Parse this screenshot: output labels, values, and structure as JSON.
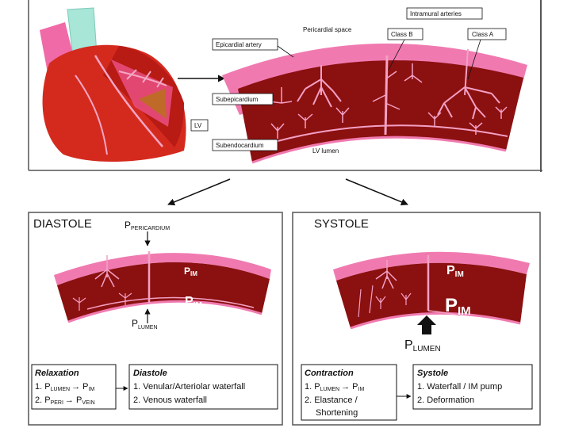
{
  "top": {
    "labels": {
      "intramural_arteries": "Intramural arteries",
      "pericardial_space": "Pericardial space",
      "class_b": "Class B",
      "class_a": "Class A",
      "epicardial_artery": "Epicardial artery",
      "subepicardium": "Subepicardium",
      "lv": "LV",
      "subendocardium": "Subendocardium",
      "lv_lumen": "LV lumen"
    }
  },
  "diastole": {
    "title": "DIASTOLE",
    "p_main": "P",
    "p_pericardium_sub": "PERICARDIUM",
    "p_lumen_sub": "LUMEN",
    "p_im_main": "P",
    "p_im_sub": "IM",
    "box_left": {
      "title": "Relaxation",
      "l1_num": "1. P",
      "l1_sub1": "LUMEN",
      "l1_arrow": "→ P",
      "l1_sub2": "IM",
      "l2_num": "2. P",
      "l2_sub1": "PERI",
      "l2_arrow": "→ P",
      "l2_sub2": "VEIN"
    },
    "box_right": {
      "title": "Diastole",
      "line1": "1. Venular/Arteriolar waterfall",
      "line2": "2. Venous waterfall"
    }
  },
  "systole": {
    "title": "SYSTOLE",
    "p_main": "P",
    "p_lumen_sub": "LUMEN",
    "p_im_main": "P",
    "p_im_sub": "IM",
    "box_left": {
      "title": "Contraction",
      "l1_num": "1. P",
      "l1_sub1": "LUMEN",
      "l1_arrow": "→ P",
      "l1_sub2": "IM",
      "line2": "2. Elastance /",
      "line3": "Shortening"
    },
    "box_right": {
      "title": "Systole",
      "line1": "1. Waterfall / IM pump",
      "line2": "2. Deformation"
    }
  },
  "colors": {
    "muscle": "#8b1010",
    "epicardium": "#f07ab0",
    "vessel": "#f3a0c4",
    "heart": "#d42a1e"
  }
}
